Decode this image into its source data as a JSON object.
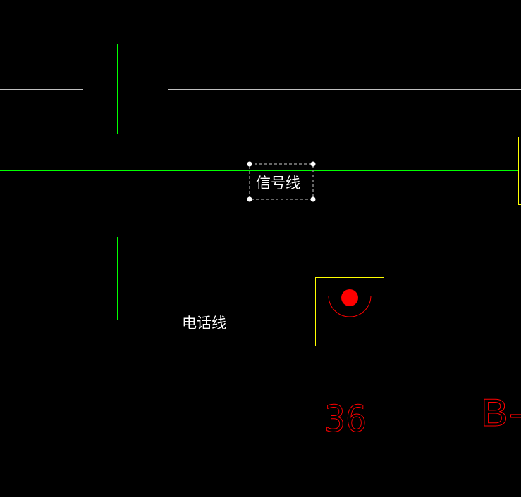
{
  "labels": {
    "signal_line": "信号线",
    "phone_line": "电话线",
    "number": "36",
    "room_code": "B-"
  },
  "colors": {
    "background": "#000000",
    "wire": "#00ff00",
    "wall": "#c0c0c0",
    "symbol_box": "#ffff00",
    "symbol": "#ff0000",
    "selection": "#888888"
  },
  "icons": {
    "device_symbol": "telephone-outlet-icon"
  }
}
